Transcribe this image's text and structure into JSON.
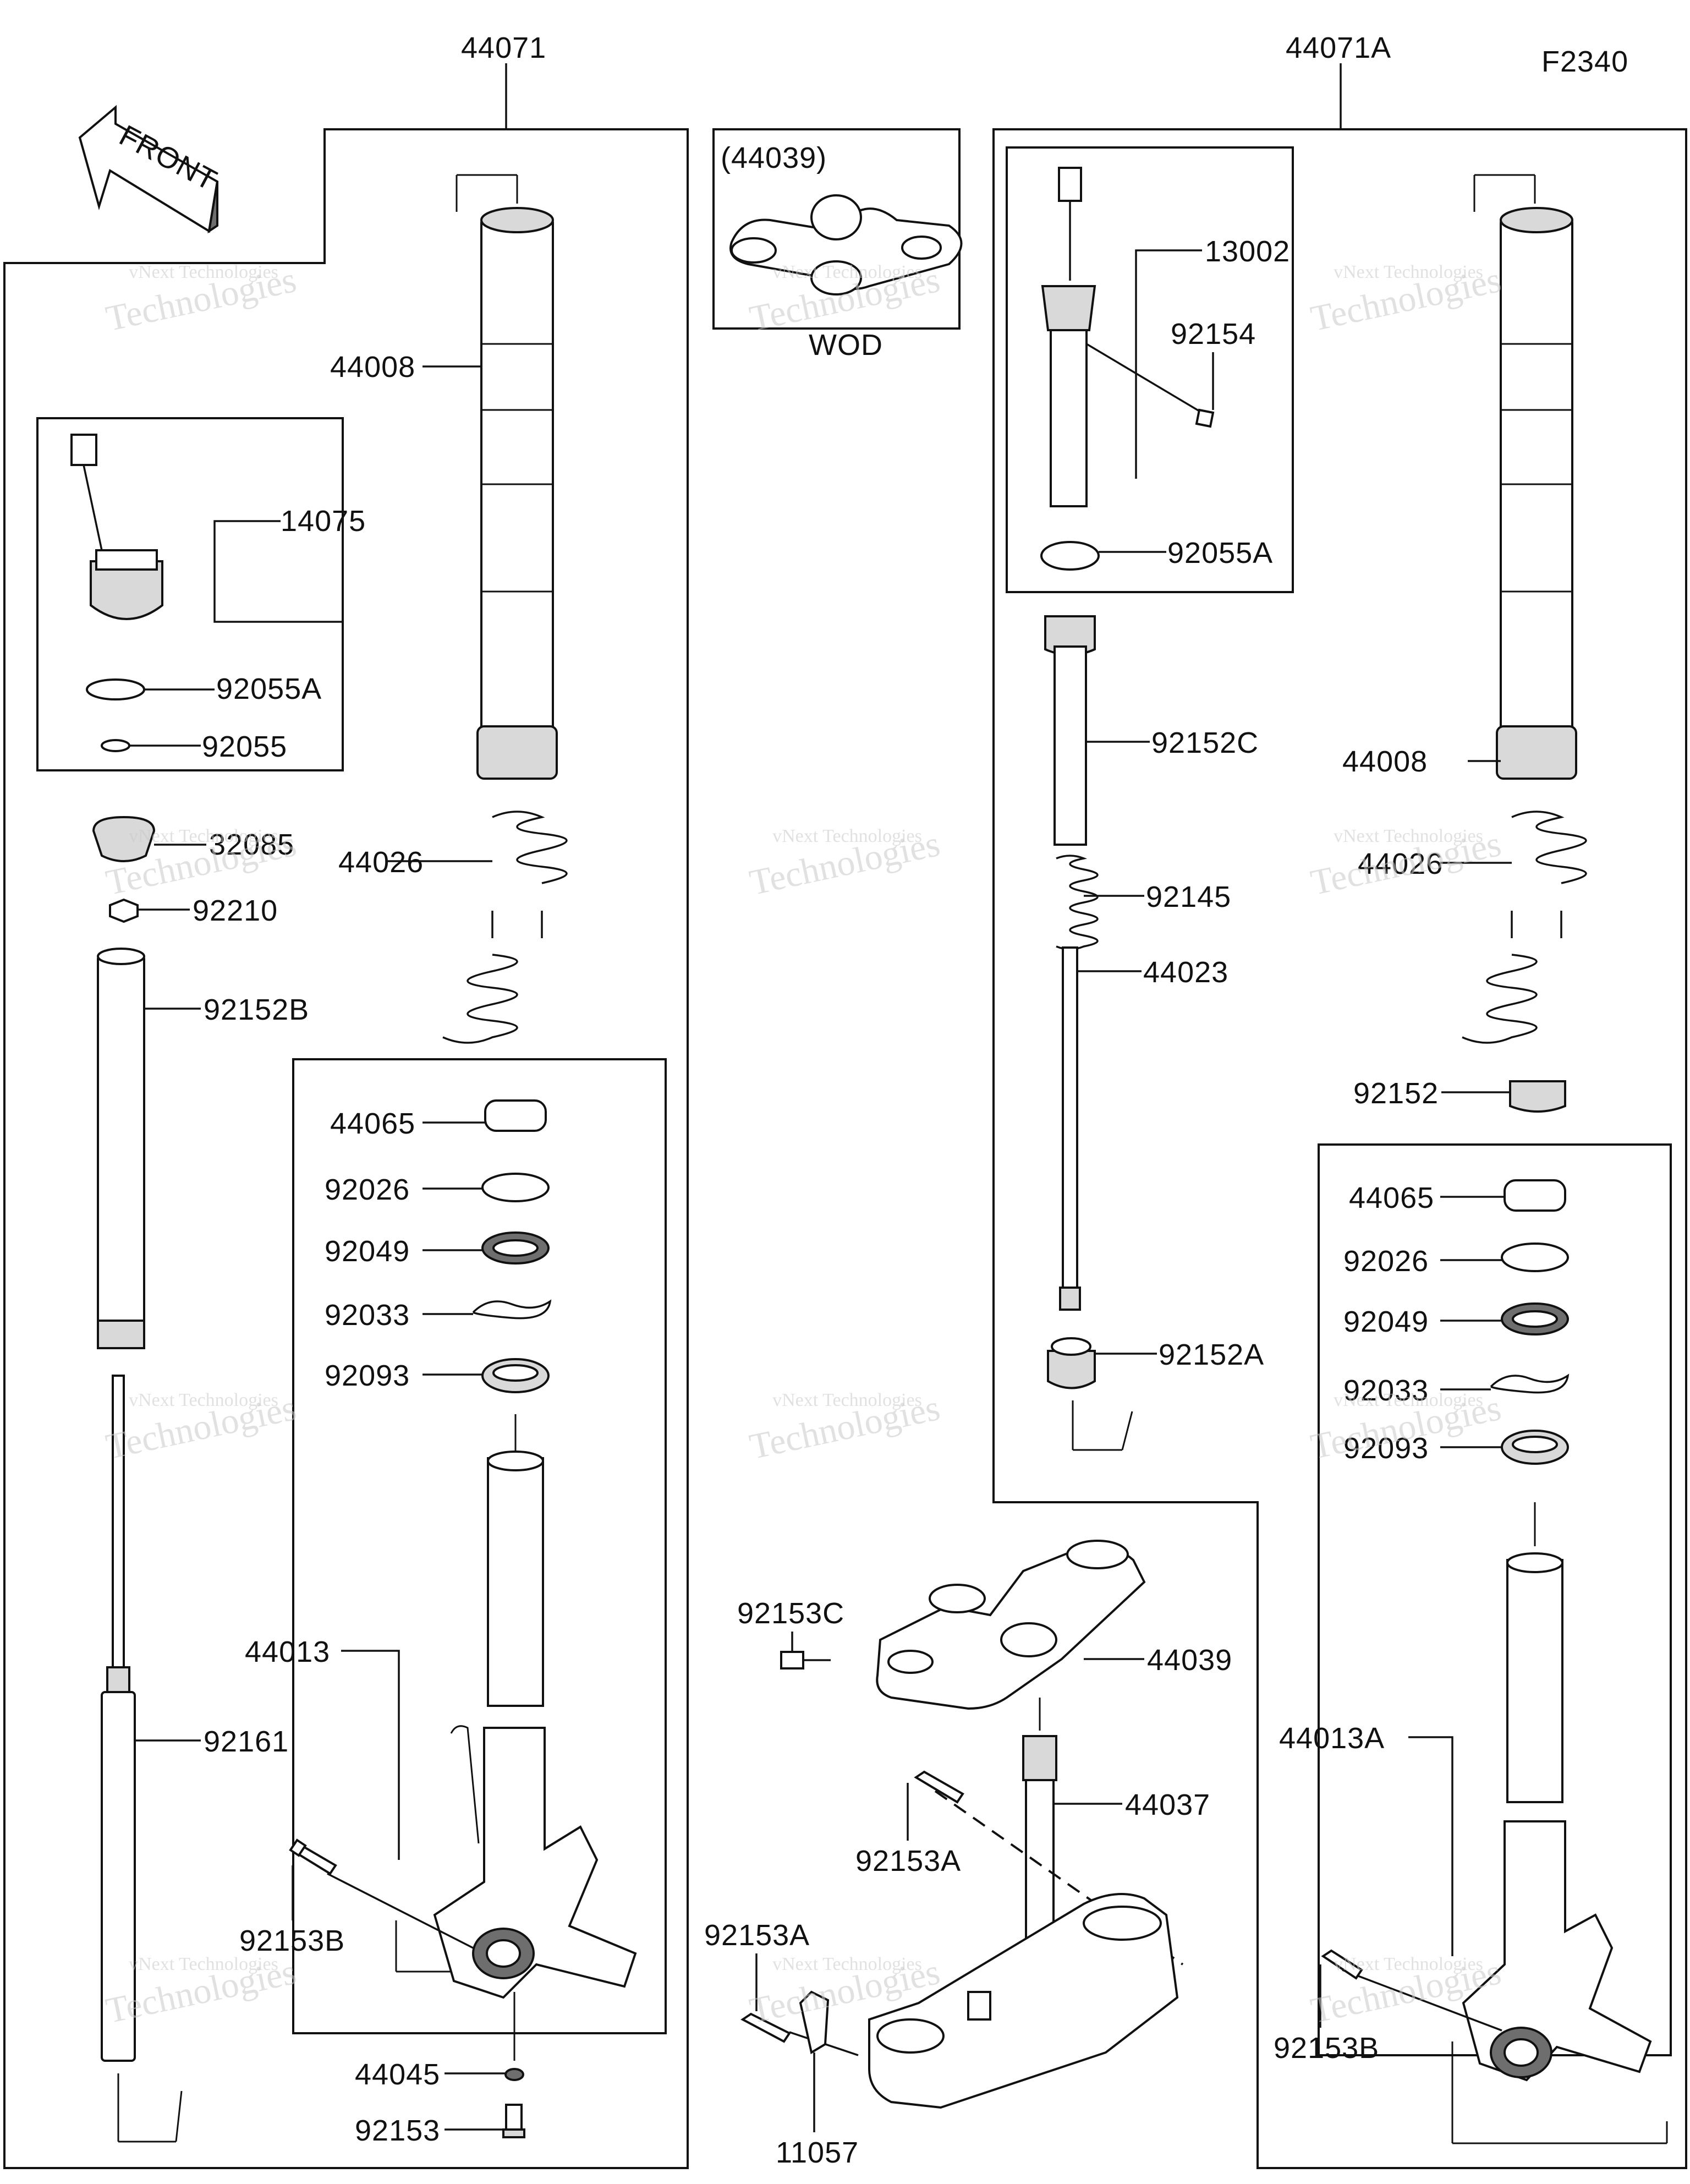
{
  "diagram": {
    "code": "F2340",
    "front_label": "FRONT",
    "inset_label": "(44039)",
    "inset_sub": "WOD",
    "watermark": {
      "line1": "vNext Technologies",
      "line2": "Technologies",
      "brand": "vNext"
    },
    "parts": {
      "p44071": "44071",
      "p44071A": "44071A",
      "p44008_left": "44008",
      "p44008_right": "44008",
      "p14075": "14075",
      "p92055A_left": "92055A",
      "p92055_left": "92055",
      "p32085": "32085",
      "p44026_left": "44026",
      "p44026_right": "44026",
      "p92210": "92210",
      "p92152B": "92152B",
      "p44065_left": "44065",
      "p44065_right": "44065",
      "p92026_left": "92026",
      "p92026_right": "92026",
      "p92049_left": "92049",
      "p92049_right": "92049",
      "p92033_left": "92033",
      "p92033_right": "92033",
      "p92093_left": "92093",
      "p92093_right": "92093",
      "p44013": "44013",
      "p44013A": "44013A",
      "p92161": "92161",
      "p92153B_left": "92153B",
      "p92153B_right": "92153B",
      "p44045": "44045",
      "p92153": "92153",
      "p13002": "13002",
      "p92154": "92154",
      "p92055A_right": "92055A",
      "p92152C": "92152C",
      "p92145": "92145",
      "p44023": "44023",
      "p92152": "92152",
      "p92152A": "92152A",
      "p92153C": "92153C",
      "p44039": "44039",
      "p44037": "44037",
      "p92153A_top": "92153A",
      "p92153A_bottom": "92153A",
      "p11057": "11057"
    }
  }
}
